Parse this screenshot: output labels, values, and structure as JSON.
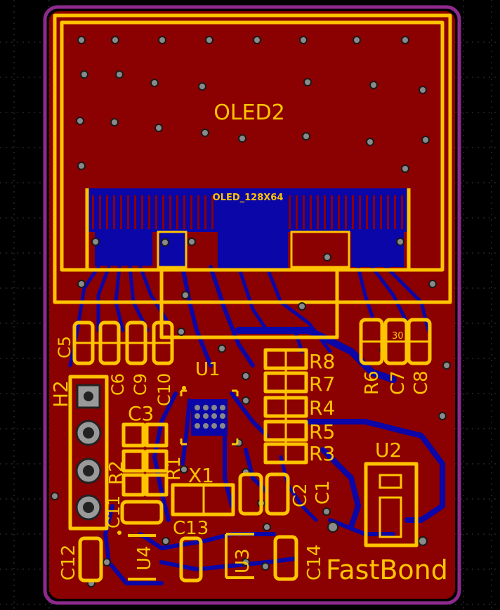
{
  "board": {
    "colors": {
      "background": "#000000",
      "copper_top": "#8B0000",
      "copper_bottom": "#0A06A8",
      "silkscreen": "#FFC400",
      "outline": "#8E2A8E"
    },
    "display": {
      "designator": "OLED2",
      "value": "OLED_128X64"
    },
    "designators": {
      "c5": "C5",
      "c6": "C6",
      "c9": "C9",
      "c10": "C10",
      "u1": "U1",
      "r8": "R8",
      "r7": "R7",
      "r4": "R4",
      "r5": "R5",
      "r3": "R3",
      "r6": "R6",
      "c7": "C7",
      "c8": "C8",
      "c30": "30",
      "h2": "H2",
      "c3": "C3",
      "r2": "R2",
      "r1": "R1",
      "x1": "X1",
      "c2": "C2",
      "c1": "C1",
      "u2": "U2",
      "c11": "C11",
      "c13": "C13",
      "c12": "C12",
      "u4": "U4",
      "u3": "U3",
      "c14": "C14"
    },
    "brand": "FastBond"
  }
}
